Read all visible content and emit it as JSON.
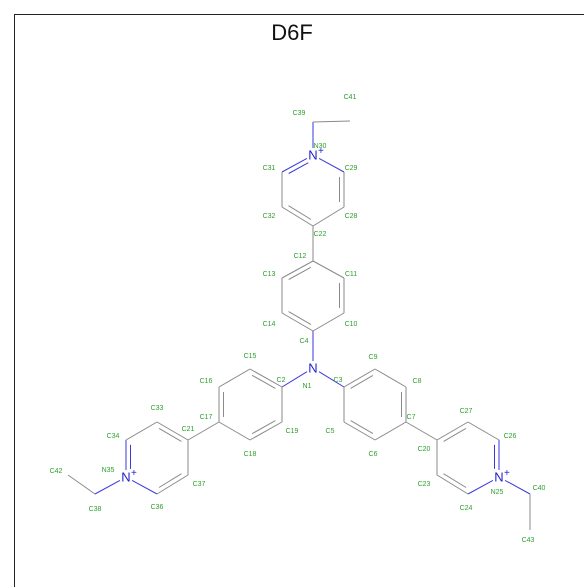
{
  "title": "D6F",
  "colors": {
    "bond": "#8a8a8a",
    "nitrogen_bond": "#3a3adc",
    "label": "#2e9e2e",
    "nitrogen": "#2020d0"
  },
  "atoms": [
    {
      "id": "C39",
      "label": "C39"
    },
    {
      "id": "C41",
      "label": "C41"
    },
    {
      "id": "N30",
      "label": "N30",
      "symbol": "N",
      "charge": "+"
    },
    {
      "id": "C31",
      "label": "C31"
    },
    {
      "id": "C29",
      "label": "C29"
    },
    {
      "id": "C32",
      "label": "C32"
    },
    {
      "id": "C28",
      "label": "C28"
    },
    {
      "id": "C22",
      "label": "C22"
    },
    {
      "id": "C12",
      "label": "C12"
    },
    {
      "id": "C13",
      "label": "C13"
    },
    {
      "id": "C11",
      "label": "C11"
    },
    {
      "id": "C14",
      "label": "C14"
    },
    {
      "id": "C10",
      "label": "C10"
    },
    {
      "id": "C4",
      "label": "C4"
    },
    {
      "id": "N1",
      "label": "N1",
      "symbol": "N"
    },
    {
      "id": "C15",
      "label": "C15"
    },
    {
      "id": "C16",
      "label": "C16"
    },
    {
      "id": "C2",
      "label": "C2"
    },
    {
      "id": "C17",
      "label": "C17"
    },
    {
      "id": "C19",
      "label": "C19"
    },
    {
      "id": "C18",
      "label": "C18"
    },
    {
      "id": "C33",
      "label": "C33"
    },
    {
      "id": "C21",
      "label": "C21"
    },
    {
      "id": "C34",
      "label": "C34"
    },
    {
      "id": "C37",
      "label": "C37"
    },
    {
      "id": "N35",
      "label": "N35",
      "symbol": "N",
      "charge": "+"
    },
    {
      "id": "C36",
      "label": "C36"
    },
    {
      "id": "C42",
      "label": "C42"
    },
    {
      "id": "C38",
      "label": "C38"
    },
    {
      "id": "C9",
      "label": "C9"
    },
    {
      "id": "C3",
      "label": "C3"
    },
    {
      "id": "C8",
      "label": "C8"
    },
    {
      "id": "C5",
      "label": "C5"
    },
    {
      "id": "C7",
      "label": "C7"
    },
    {
      "id": "C6",
      "label": "C6"
    },
    {
      "id": "C27",
      "label": "C27"
    },
    {
      "id": "C20",
      "label": "C20"
    },
    {
      "id": "C26",
      "label": "C26"
    },
    {
      "id": "C23",
      "label": "C23"
    },
    {
      "id": "N25",
      "label": "N25",
      "symbol": "N",
      "charge": "+"
    },
    {
      "id": "C24",
      "label": "C24"
    },
    {
      "id": "C40",
      "label": "C40"
    },
    {
      "id": "C43",
      "label": "C43"
    }
  ],
  "bonds": [
    [
      "N30",
      "C39",
      1
    ],
    [
      "C39",
      "C41",
      1
    ],
    [
      "N30",
      "C31",
      2
    ],
    [
      "C31",
      "C32",
      1
    ],
    [
      "C32",
      "C22",
      2
    ],
    [
      "C22",
      "C28",
      1
    ],
    [
      "C28",
      "C29",
      2
    ],
    [
      "C29",
      "N30",
      1
    ],
    [
      "C22",
      "C12",
      1
    ],
    [
      "C12",
      "C13",
      2
    ],
    [
      "C13",
      "C14",
      1
    ],
    [
      "C14",
      "C4",
      2
    ],
    [
      "C4",
      "C10",
      1
    ],
    [
      "C10",
      "C11",
      2
    ],
    [
      "C11",
      "C12",
      1
    ],
    [
      "C4",
      "N1",
      1
    ],
    [
      "N1",
      "C2",
      1
    ],
    [
      "N1",
      "C3",
      1
    ],
    [
      "C2",
      "C15",
      2
    ],
    [
      "C15",
      "C16",
      1
    ],
    [
      "C16",
      "C17",
      2
    ],
    [
      "C17",
      "C18",
      1
    ],
    [
      "C18",
      "C19",
      2
    ],
    [
      "C19",
      "C2",
      1
    ],
    [
      "C17",
      "C21",
      1
    ],
    [
      "C21",
      "C33",
      2
    ],
    [
      "C33",
      "C34",
      1
    ],
    [
      "C34",
      "N35",
      2
    ],
    [
      "N35",
      "C36",
      1
    ],
    [
      "C36",
      "C37",
      2
    ],
    [
      "C37",
      "C21",
      1
    ],
    [
      "N35",
      "C38",
      1
    ],
    [
      "C38",
      "C42",
      1
    ],
    [
      "C3",
      "C9",
      2
    ],
    [
      "C9",
      "C8",
      1
    ],
    [
      "C8",
      "C7",
      2
    ],
    [
      "C7",
      "C6",
      1
    ],
    [
      "C6",
      "C5",
      2
    ],
    [
      "C5",
      "C3",
      1
    ],
    [
      "C7",
      "C20",
      1
    ],
    [
      "C20",
      "C27",
      2
    ],
    [
      "C27",
      "C26",
      1
    ],
    [
      "C26",
      "N25",
      2
    ],
    [
      "N25",
      "C24",
      1
    ],
    [
      "C24",
      "C23",
      2
    ],
    [
      "C23",
      "C20",
      1
    ],
    [
      "N25",
      "C40",
      1
    ],
    [
      "C40",
      "C43",
      1
    ]
  ]
}
